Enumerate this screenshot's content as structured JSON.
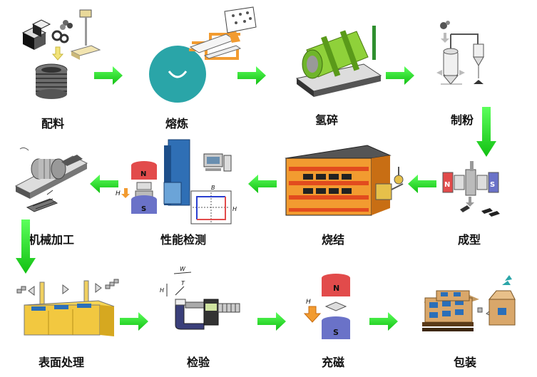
{
  "diagram": {
    "steps": [
      {
        "label": "配料"
      },
      {
        "label": "熔炼"
      },
      {
        "label": "氢碎"
      },
      {
        "label": "制粉"
      },
      {
        "label": "成型"
      },
      {
        "label": "烧结"
      },
      {
        "label": "性能检测"
      },
      {
        "label": "机械加工"
      },
      {
        "label": "表面处理"
      },
      {
        "label": "检验"
      },
      {
        "label": "充磁"
      },
      {
        "label": "包装"
      }
    ],
    "annotations": {
      "magnet_north": "N",
      "magnet_south": "S",
      "field_h": "H",
      "field_b": "B",
      "dim_w": "W",
      "dim_h": "H",
      "dim_t": "T"
    },
    "colors": {
      "arrow": "#22e022",
      "arrow_edge": "#18b018",
      "teal": "#2aa5a8",
      "orange": "#f29b30",
      "green_drum": "#8fd13a",
      "gold": "#e6c04a",
      "magnet_red": "#e24b4b",
      "magnet_blue": "#6a72c8"
    }
  }
}
